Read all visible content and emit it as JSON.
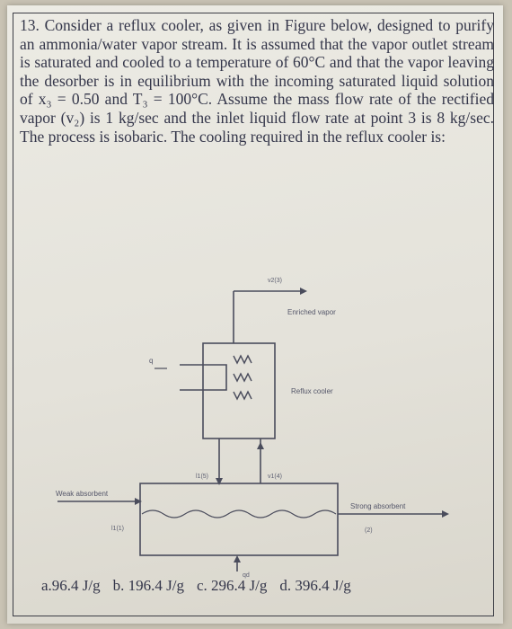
{
  "question": {
    "number": "13.",
    "text": "Consider a reflux cooler, as given in Figure below, designed to purify an ammonia/water vapor stream. It is assumed that the vapor outlet stream is saturated and cooled to a temperature of 60°C and that the vapor leaving the desorber is in equilibrium with the incoming saturated liquid solution of x₃ = 0.50 and T₃ = 100°C. Assume the mass flow rate of the rectified vapor (v₂) is 1 kg/sec and the inlet liquid flow rate at point 3 is 8 kg/sec. The process is isobaric. The cooling required in the reflux cooler is:"
  },
  "figure": {
    "vapor_out_state": "v2(3)",
    "enriched_vapor": "Enriched vapor",
    "reflux_cooler": "Reflux cooler",
    "cooler_heat": "q",
    "reflux_stream": "l1(5)",
    "vapor_stream": "v1(4)",
    "weak_absorbent": "Weak absorbent",
    "weak_state": "l1(1)",
    "strong_absorbent": "Strong absorbent",
    "strong_state": "(2)",
    "desorber_heat": "qd"
  },
  "answers": [
    "a.96.4 J/g",
    "b. 196.4 J/g",
    "c. 296.4 J/g",
    "d. 396.4 J/g"
  ],
  "colors": {
    "ink": "#34364a",
    "paper": "#e8e6df"
  }
}
